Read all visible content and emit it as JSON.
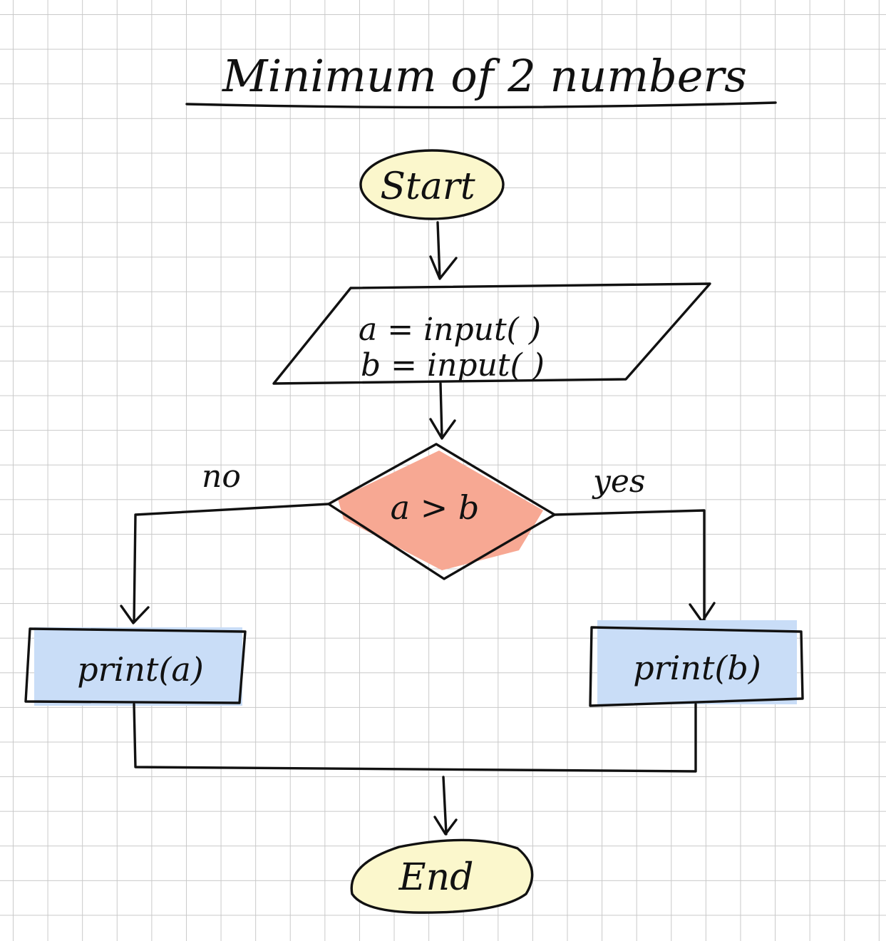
{
  "title": "Minimum of 2 numbers",
  "nodes": {
    "start": {
      "label": "Start",
      "color": "#fbf7cc"
    },
    "input": {
      "line1": "a = input( )",
      "line2": "b = input( )"
    },
    "decision": {
      "label": "a > b",
      "color": "#f7a893"
    },
    "print_a": {
      "label": "print(a)",
      "color": "#c9ddf7"
    },
    "print_b": {
      "label": "print(b)",
      "color": "#c9ddf7"
    },
    "end": {
      "label": "End",
      "color": "#fbf7cc"
    }
  },
  "edges": {
    "no_label": "no",
    "yes_label": "yes"
  }
}
